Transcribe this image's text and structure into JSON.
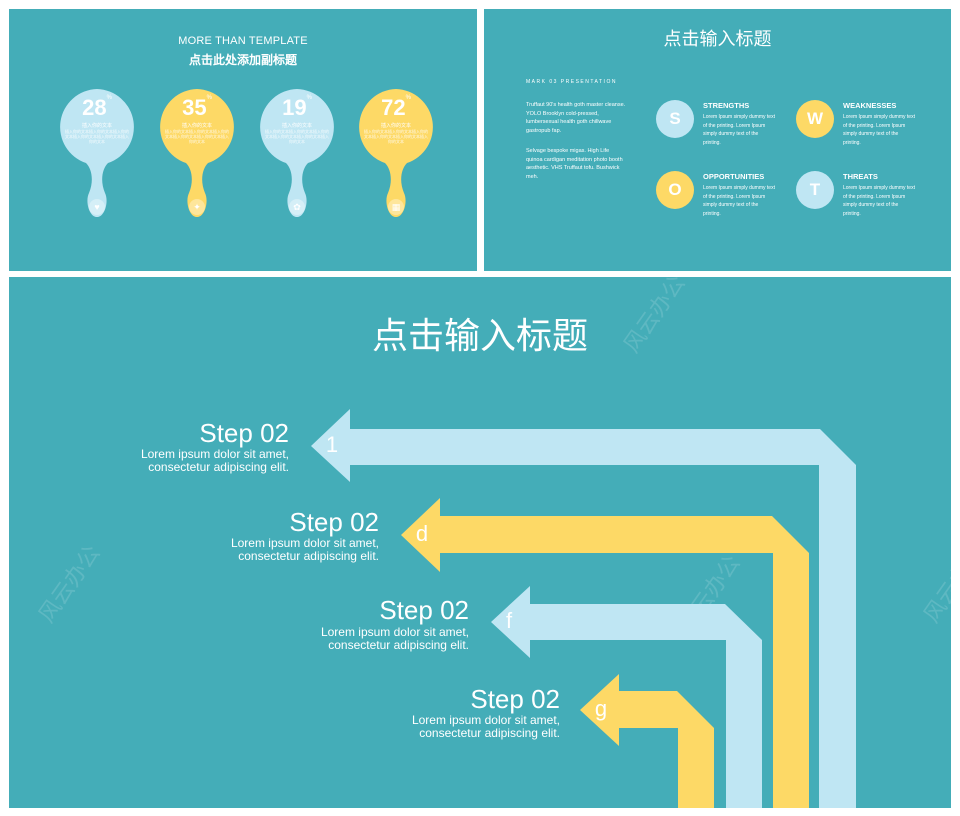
{
  "slide1": {
    "title": "MORE THAN TEMPLATE",
    "subtitle": "点击此处添加副标题",
    "drops": [
      {
        "percent": "28",
        "unit": "%",
        "label": "插入你的文本",
        "desc": "插入你的文本插入你的文本插入你的文本插入你的文本插入你的文本插入你的文本",
        "color": "#bfe6f3",
        "icon": "heart-icon",
        "glyph": "♥"
      },
      {
        "percent": "35",
        "unit": "%",
        "label": "插入你的文本",
        "desc": "插入你的文本插入你的文本插入你的文本插入你的文本插入你的文本插入你的文本",
        "color": "#fdd966",
        "icon": "bird-icon",
        "glyph": "✦"
      },
      {
        "percent": "19",
        "unit": "%",
        "label": "插入你的文本",
        "desc": "插入你的文本插入你的文本插入你的文本插入你的文本插入你的文本插入你的文本",
        "color": "#bfe6f3",
        "icon": "globe-icon",
        "glyph": "✿"
      },
      {
        "percent": "72",
        "unit": "%",
        "label": "插入你的文本",
        "desc": "插入你的文本插入你的文本插入你的文本插入你的文本插入你的文本插入你的文本",
        "color": "#fdd966",
        "icon": "calendar-icon",
        "glyph": "▦"
      }
    ]
  },
  "slide2": {
    "title": "点击输入标题",
    "tag": "MARK 03 PRESENTATION",
    "para1": "Truffaut 90's health goth master cleanse. YOLO Brooklyn cold-pressed, lumbersexual health goth chillwave gastropub fap.",
    "para2": "Selvage bespoke migas. High Life quinoa cardigan meditation photo booth aesthetic. VHS Truffaut tofu. Bushwick meh.",
    "swot": [
      {
        "letter": "S",
        "heading": "STRENGTHS",
        "text": "Lorem Ipsum simply dummy text of the printing. Lorem Ipsum simply dummy text of the printing.",
        "color": "#bfe6f3"
      },
      {
        "letter": "W",
        "heading": "WEAKNESSES",
        "text": "Lorem Ipsum simply dummy text of the printing. Lorem Ipsum simply dummy text of the printing.",
        "color": "#fdd966"
      },
      {
        "letter": "O",
        "heading": "OPPORTUNITIES",
        "text": "Lorem Ipsum simply dummy text of the printing. Lorem Ipsum simply dummy text of the printing.",
        "color": "#fdd966"
      },
      {
        "letter": "T",
        "heading": "THREATS",
        "text": "Lorem Ipsum simply dummy text of the printing. Lorem Ipsum simply dummy text of the printing.",
        "color": "#bfe6f3"
      }
    ]
  },
  "slide3": {
    "title": "点击输入标题",
    "watermark": "风云办公",
    "steps": [
      {
        "heading": "Step 02",
        "line1": "Lorem ipsum dolor sit amet,",
        "line2": "consectetur adipiscing elit.",
        "letter": "1",
        "color": "#bfe6f3"
      },
      {
        "heading": "Step 02",
        "line1": "Lorem ipsum dolor sit amet,",
        "line2": "consectetur adipiscing elit.",
        "letter": "d",
        "color": "#fdd966"
      },
      {
        "heading": "Step 02",
        "line1": "Lorem ipsum dolor sit amet,",
        "line2": "consectetur adipiscing elit.",
        "letter": "f",
        "color": "#bfe6f3"
      },
      {
        "heading": "Step 02",
        "line1": "Lorem ipsum dolor sit amet,",
        "line2": "consectetur adipiscing elit.",
        "letter": "g",
        "color": "#fdd966"
      }
    ]
  }
}
